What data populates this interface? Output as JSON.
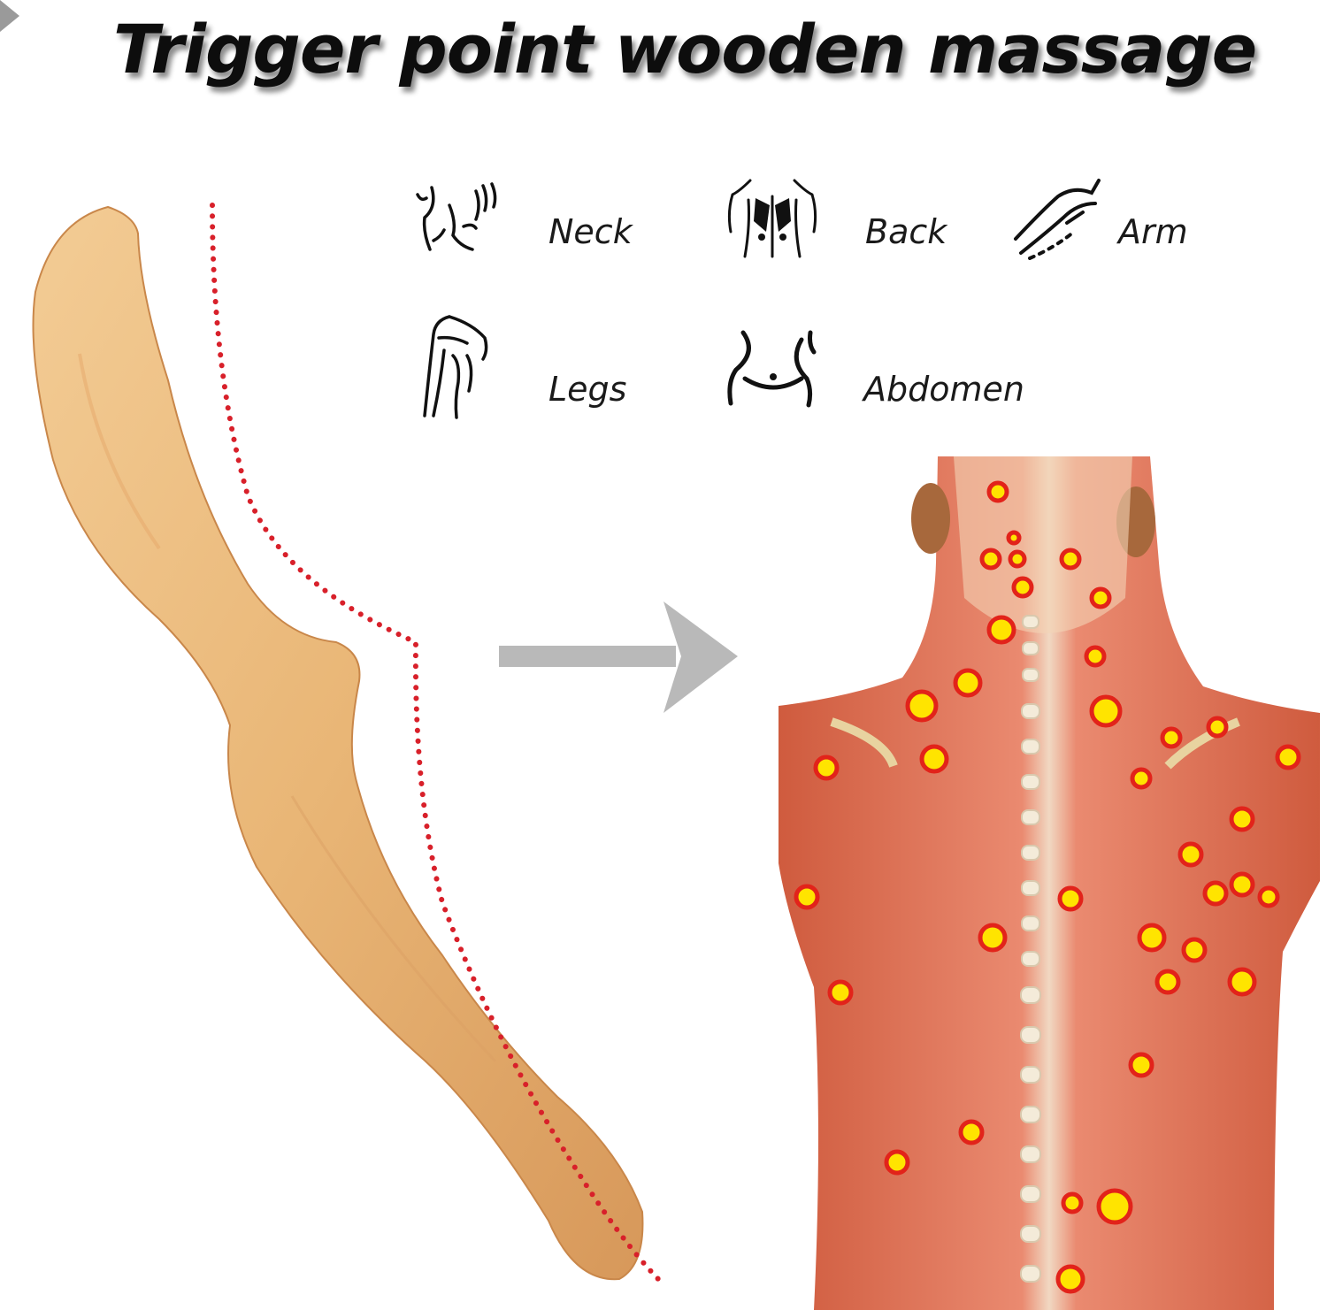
{
  "title": "Trigger point wooden massage",
  "usage_areas": [
    {
      "label": "Neck",
      "icon": "neck-icon"
    },
    {
      "label": "Back",
      "icon": "back-icon"
    },
    {
      "label": "Arm",
      "icon": "arm-icon"
    },
    {
      "label": "Legs",
      "icon": "legs-icon"
    },
    {
      "label": "Abdomen",
      "icon": "abdomen-icon"
    }
  ],
  "colors": {
    "wood_light": "#f1c891",
    "wood_dark": "#d49856",
    "dotted_outline": "#d8202a",
    "arrow": "#b9b9b9",
    "muscle": "#dc6a4c",
    "trigger_point_ring": "#e2231a",
    "trigger_point_core": "#ffe400"
  }
}
